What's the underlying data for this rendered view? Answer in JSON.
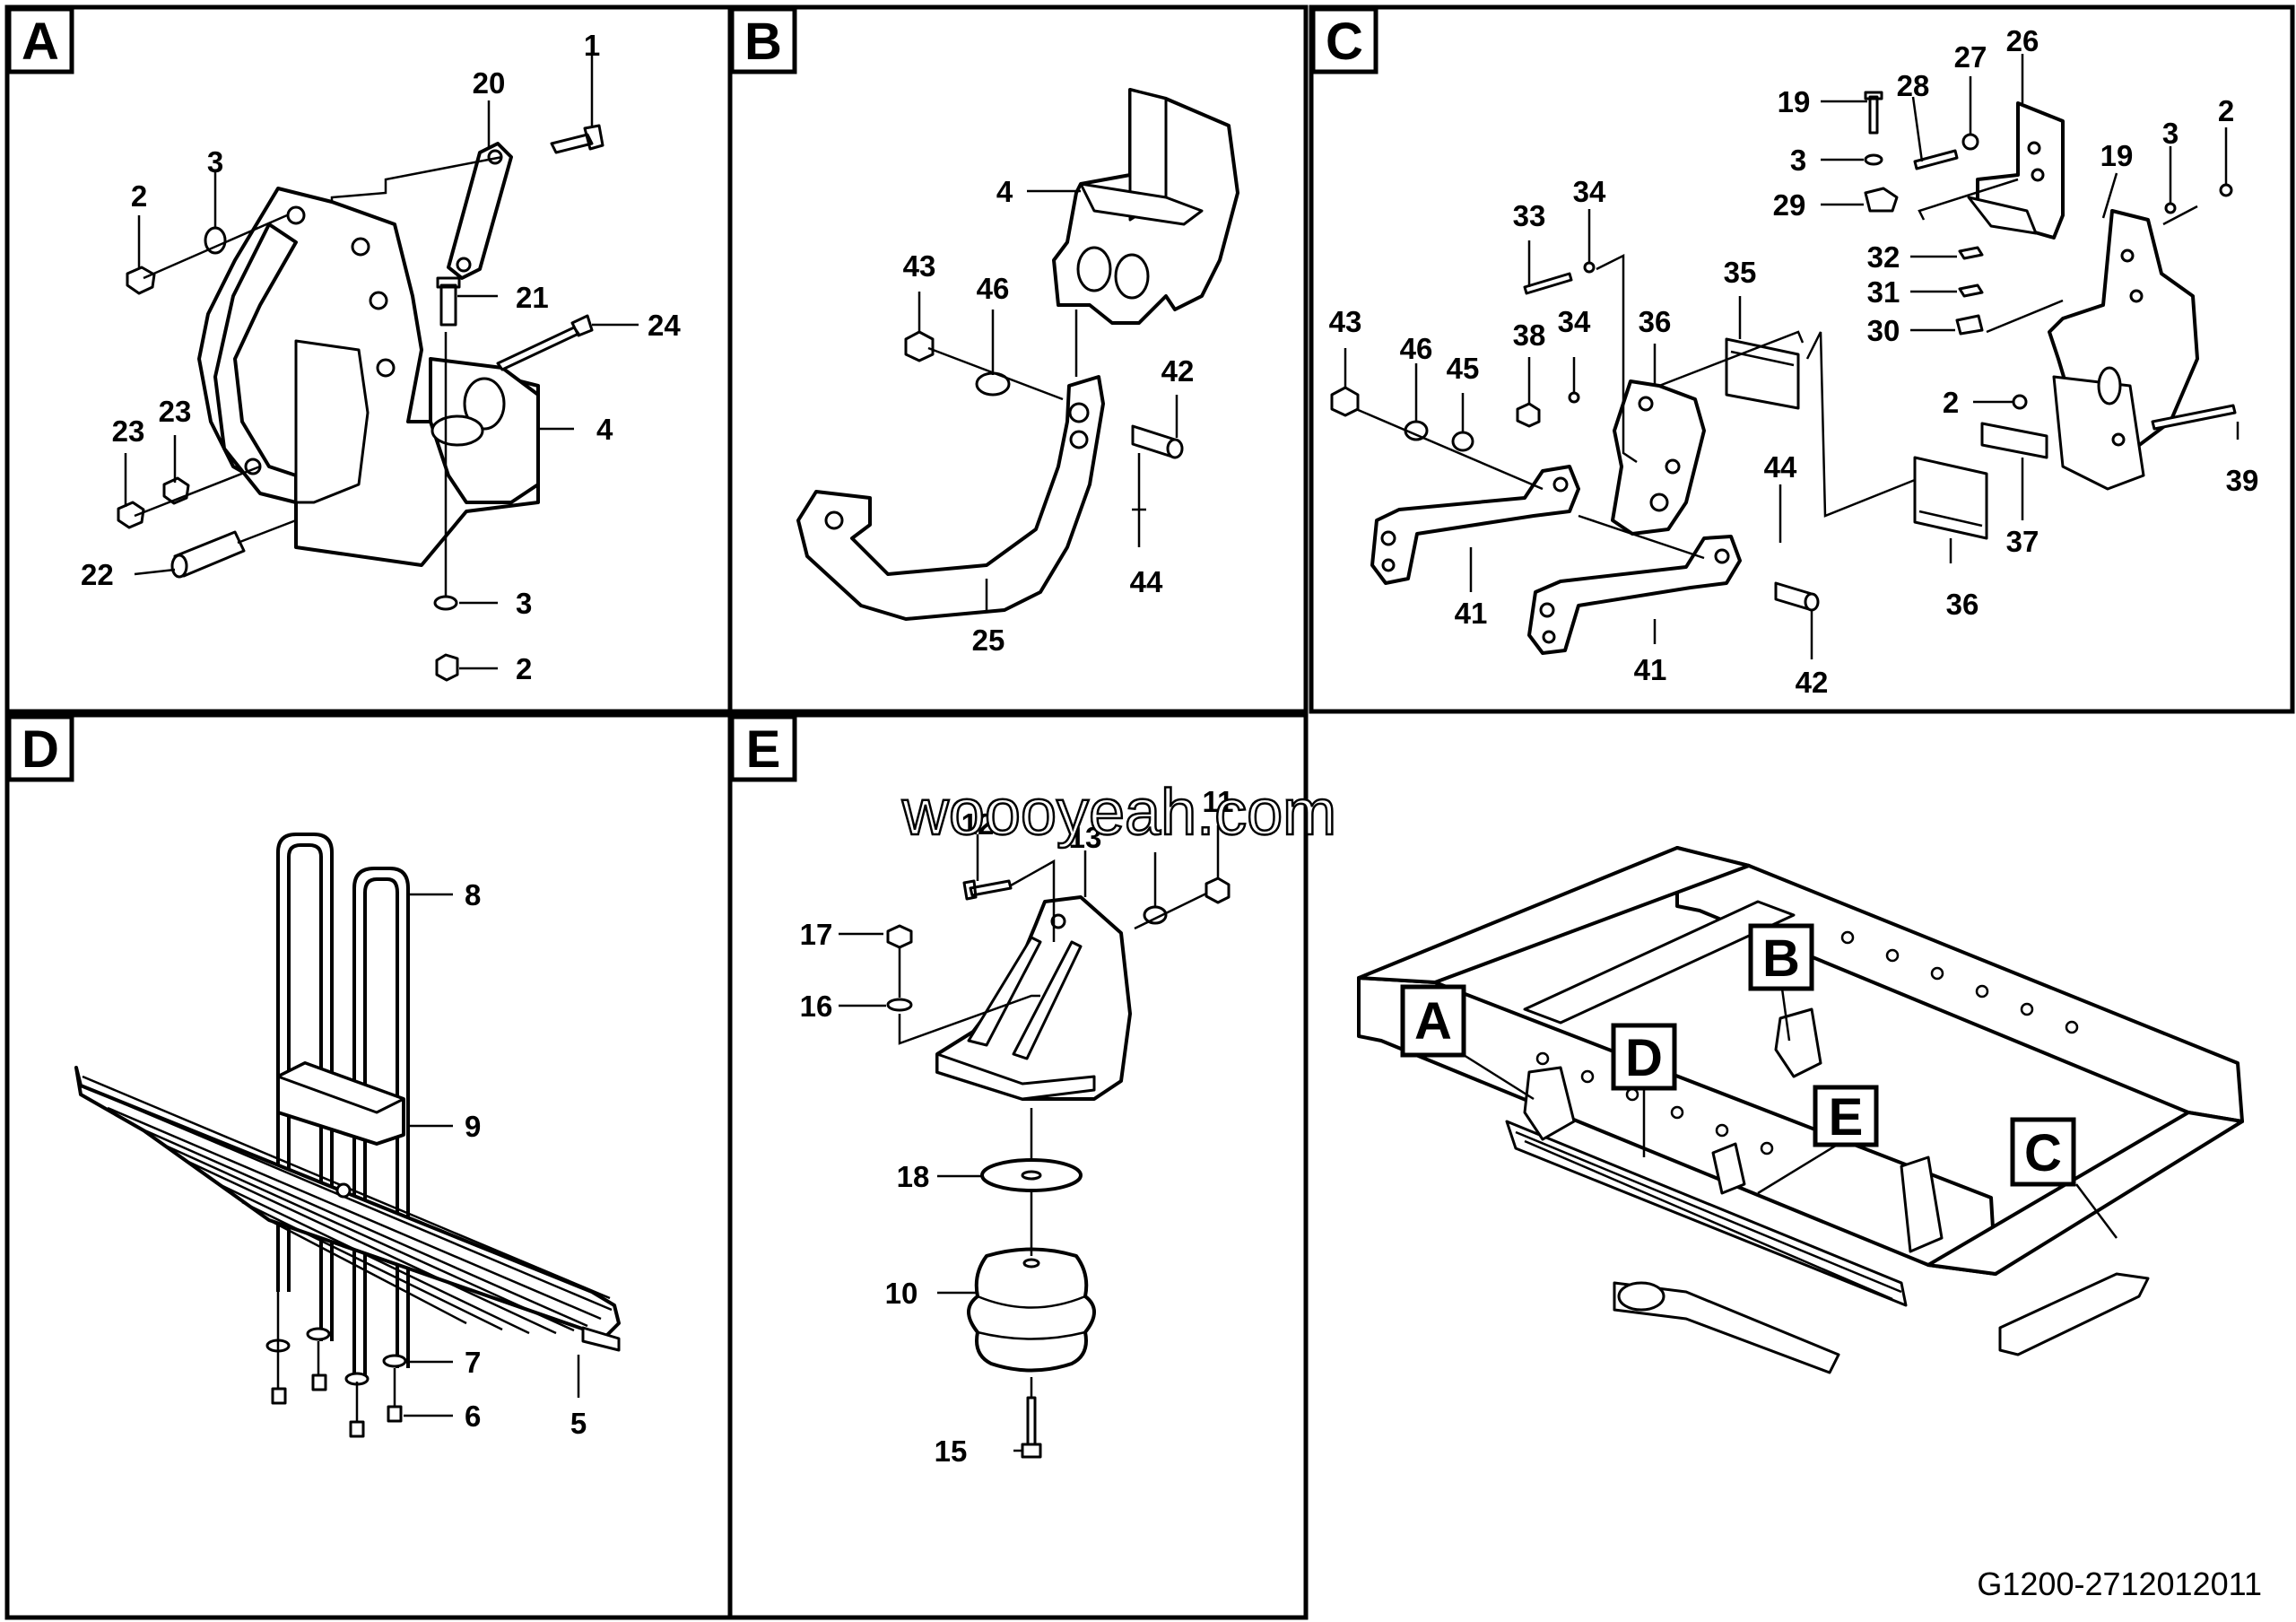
{
  "panels": [
    {
      "id": "A",
      "letter": "A",
      "labels": [
        "1",
        "20",
        "3",
        "2",
        "21",
        "24",
        "4",
        "23",
        "23",
        "22",
        "3",
        "2"
      ]
    },
    {
      "id": "B",
      "letter": "B",
      "labels": [
        "4",
        "43",
        "46",
        "42",
        "44",
        "25"
      ]
    },
    {
      "id": "C",
      "letter": "C",
      "labels": [
        "26",
        "27",
        "28",
        "19",
        "3",
        "29",
        "2",
        "3",
        "19",
        "33",
        "34",
        "32",
        "31",
        "30",
        "35",
        "43",
        "46",
        "45",
        "38",
        "34",
        "36",
        "2",
        "39",
        "44",
        "37",
        "41",
        "36",
        "41",
        "42"
      ]
    },
    {
      "id": "D",
      "letter": "D",
      "labels": [
        "8",
        "9",
        "7",
        "6",
        "5"
      ]
    },
    {
      "id": "E",
      "letter": "E",
      "labels": [
        "11",
        "12",
        "13",
        "17",
        "16",
        "18",
        "10",
        "15"
      ]
    }
  ],
  "overview": {
    "callouts": [
      "A",
      "B",
      "C",
      "D",
      "E"
    ]
  },
  "watermark": "woooyeah.com",
  "drawing_code": "G1200-2712012011"
}
